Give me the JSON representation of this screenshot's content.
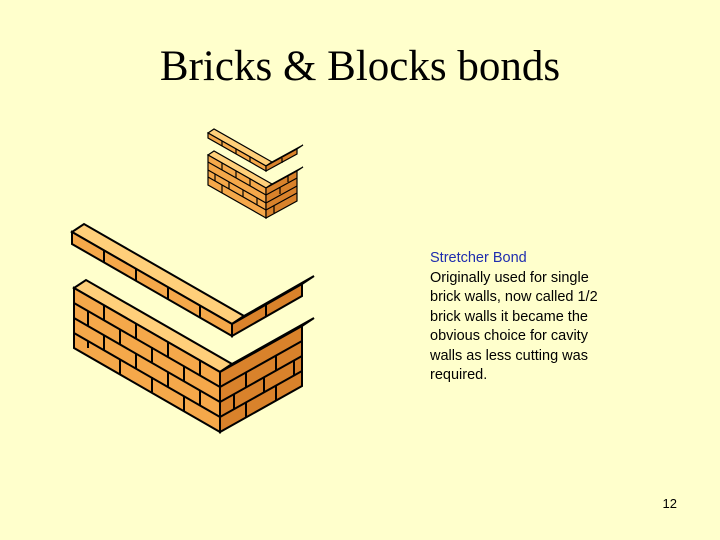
{
  "slide": {
    "title": "Bricks & Blocks bonds",
    "description": {
      "heading": "Stretcher Bond",
      "body": "Originally used for single\nbrick walls, now called 1/2\nbrick walls it became the\nobvious choice for cavity\nwalls as less cutting was\nrequired."
    },
    "page_number": "12",
    "colors": {
      "background": "#FFFFCC",
      "brick_face": "#F5A84A",
      "brick_top": "#FFCF7A",
      "brick_shadow": "#D9822B",
      "mortar": "#000000",
      "heading_text": "#1F2DAF"
    },
    "illustrations": [
      {
        "name": "stretcher-bond-corner-small",
        "depicts": "isometric brick corner with top course"
      },
      {
        "name": "stretcher-bond-corner-large",
        "depicts": "isometric brick corner with top course"
      }
    ]
  }
}
